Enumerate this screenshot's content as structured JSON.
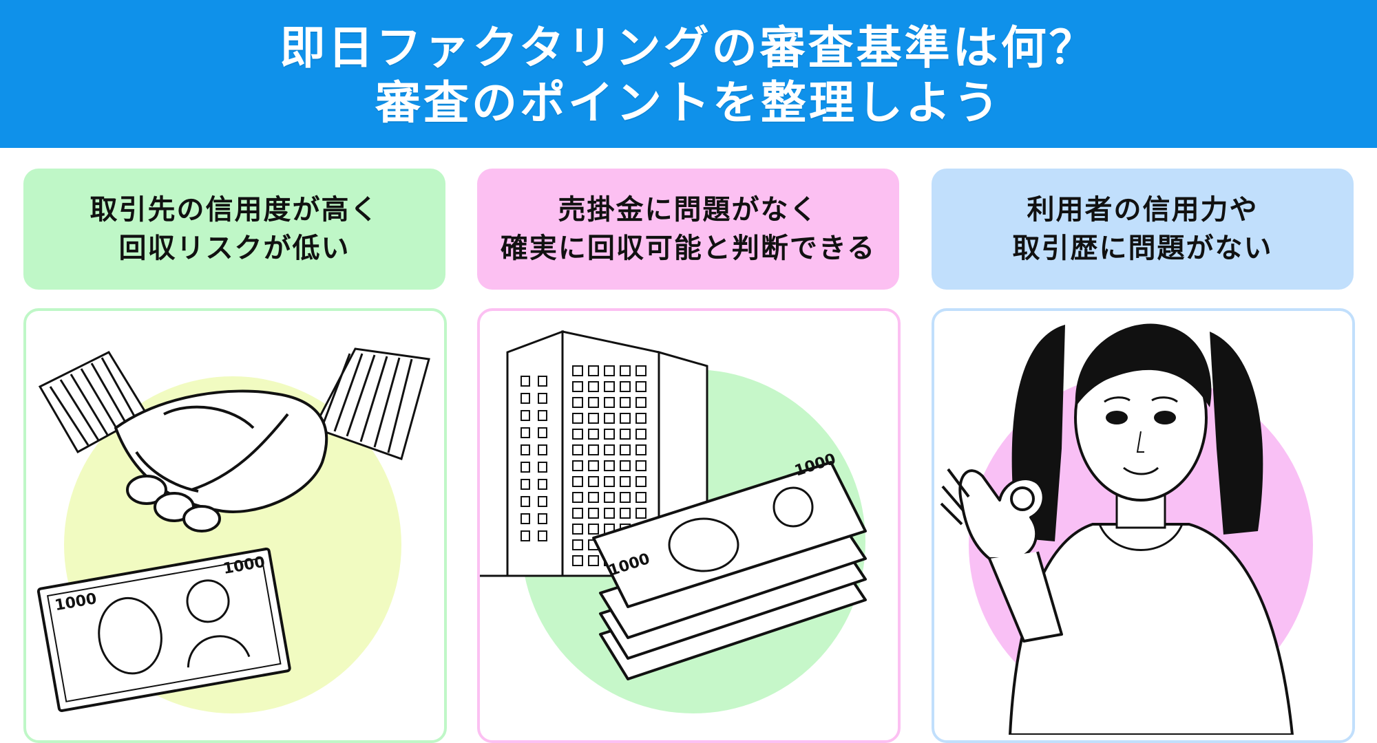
{
  "header": {
    "title_line1": "即日ファクタリングの審査基準は何？",
    "title_line2": "審査のポイントを整理しよう",
    "background_color": "#0f91ea"
  },
  "columns": [
    {
      "caption_line1": "取引先の信用度が高く",
      "caption_line2": "回収リスクが低い",
      "accent_color": "#bff7c7",
      "circle_color": "#f1fbc1",
      "illustration": "handshake-with-banknote",
      "banknote_number": "1000"
    },
    {
      "caption_line1": "売掛金に問題がなく",
      "caption_line2": "確実に回収可能と判断できる",
      "accent_color": "#fcc0f2",
      "circle_color": "#c6f7c9",
      "illustration": "office-building-with-banknote-stack",
      "banknote_number": "1000"
    },
    {
      "caption_line1": "利用者の信用力や",
      "caption_line2": "取引歴に問題がない",
      "accent_color": "#c1dffc",
      "circle_color": "#f9c0f5",
      "illustration": "woman-ok-gesture"
    }
  ]
}
